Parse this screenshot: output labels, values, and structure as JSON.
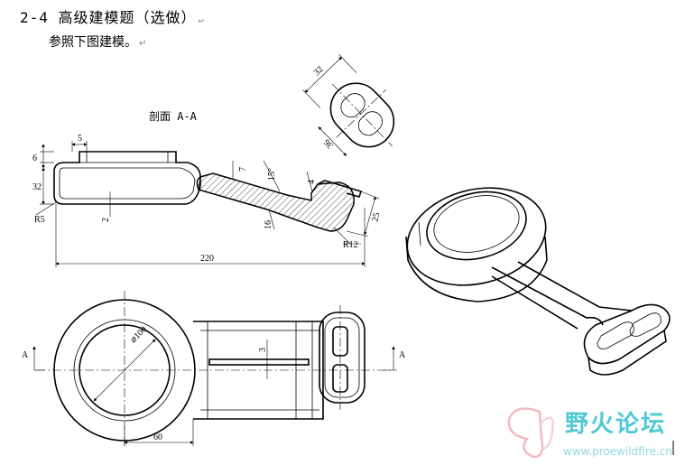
{
  "document": {
    "heading": "2-4 高级建模题（选做）",
    "instruction": "参照下图建模。",
    "paragraph_mark": "↵"
  },
  "section_view": {
    "title": "剖面 A-A",
    "dims": {
      "d5": "5",
      "d6": "6",
      "d32": "32",
      "d7": "7",
      "d15": "15°",
      "d4": "4",
      "d2": "2",
      "d16": "16",
      "r5": "R5",
      "r12": "R12",
      "d25": "25",
      "d220": "220"
    }
  },
  "end_view": {
    "dims": {
      "d32": "32",
      "d36": "36"
    }
  },
  "top_view": {
    "dims": {
      "dia100": "⌀100",
      "d3": "3",
      "d60": "60"
    },
    "section_marks": {
      "left": "A",
      "right": "A"
    }
  },
  "watermark": {
    "title_cn": "野火论坛",
    "url": "www.proewildfire.cn"
  },
  "colors": {
    "line": "#000000",
    "watermark": "#4fc9d4",
    "hatch": "#000000"
  }
}
